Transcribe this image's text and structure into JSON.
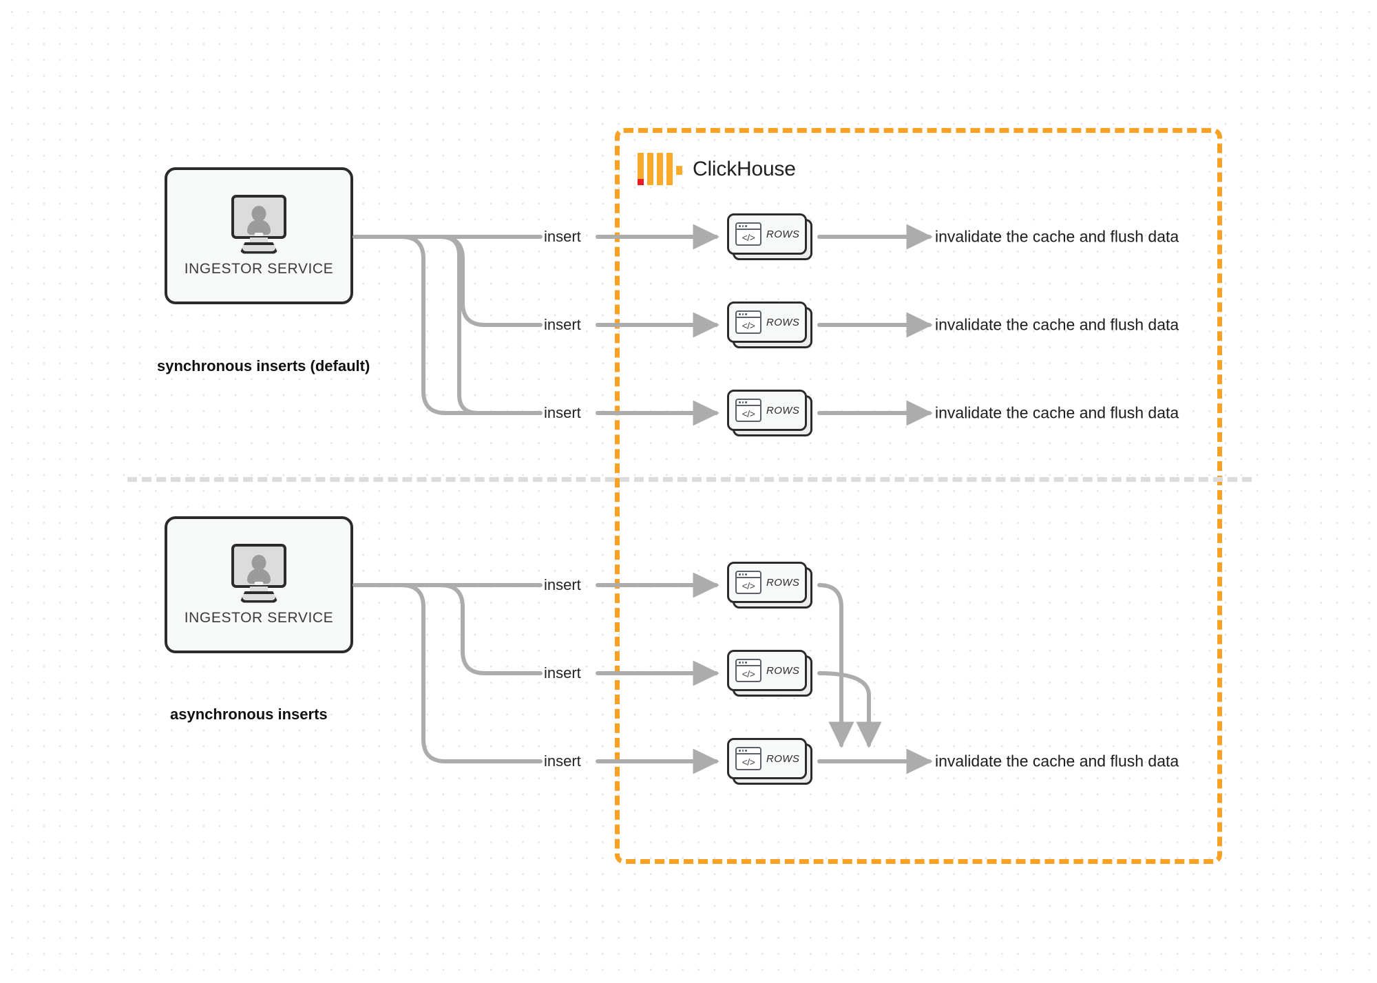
{
  "diagram": {
    "title": "ClickHouse synchronous vs asynchronous inserts",
    "background": {
      "dot_color": "#e4e4e4",
      "page_color": "#ffffff"
    }
  },
  "clickhouse_region": {
    "label": "ClickHouse",
    "border_color": "#F9A125",
    "logo": {
      "name": "clickhouse-logo",
      "bar_color": "#FAAA2B",
      "accent_color": "#ED1C24"
    }
  },
  "divider": {
    "color": "#DCDCDC",
    "style": "dashed"
  },
  "sections": [
    {
      "id": "synchronous",
      "caption": "synchronous inserts (default)",
      "ingestor": {
        "label": "INGESTOR SERVICE",
        "icon": "monitor-user-icon"
      },
      "flows": [
        {
          "insert_label": "insert",
          "rows_label": "ROWS",
          "result_label": "invalidate the cache and flush data"
        },
        {
          "insert_label": "insert",
          "rows_label": "ROWS",
          "result_label": "invalidate the cache and flush data"
        },
        {
          "insert_label": "insert",
          "rows_label": "ROWS",
          "result_label": "invalidate the cache and flush data"
        }
      ]
    },
    {
      "id": "asynchronous",
      "caption": "asynchronous inserts",
      "ingestor": {
        "label": "INGESTOR SERVICE",
        "icon": "monitor-user-icon"
      },
      "flows": [
        {
          "insert_label": "insert",
          "rows_label": "ROWS"
        },
        {
          "insert_label": "insert",
          "rows_label": "ROWS"
        },
        {
          "insert_label": "insert",
          "rows_label": "ROWS"
        }
      ],
      "merged_result_label": "invalidate the cache and flush data"
    }
  ],
  "icons": {
    "code_glyph": "</>",
    "code_window": "code-window-icon"
  },
  "colors": {
    "wire": "#ACACAC",
    "box_border": "#2B2B2B",
    "box_fill": "#F7F8F8",
    "accent_orange": "#F9A125",
    "accent_red": "#ED1C24"
  }
}
